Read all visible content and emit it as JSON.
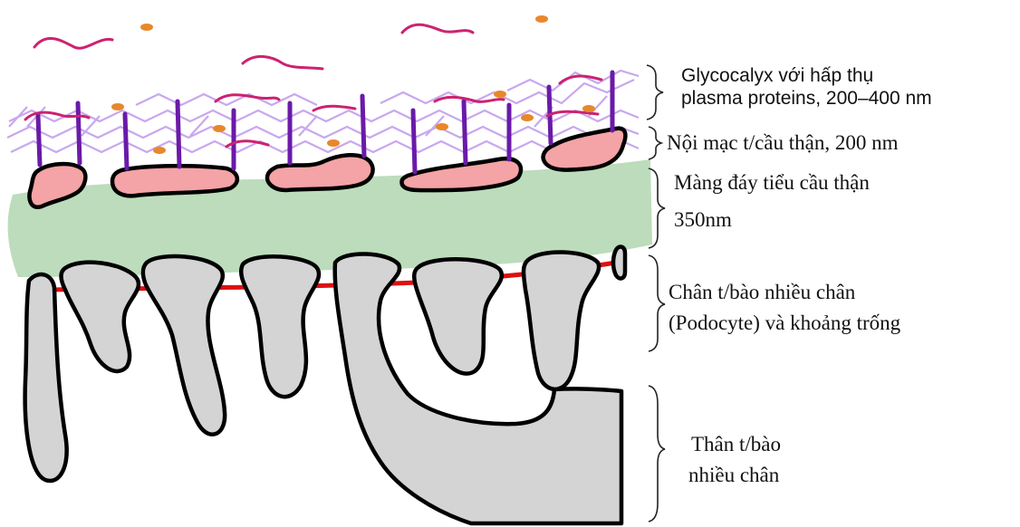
{
  "labels": {
    "glycocalyx_line1": "Glycocalyx  với hấp thụ",
    "glycocalyx_line2": "plasma proteins, 200–400 nm",
    "endothelium": "Nội mạc t/cầu thận, 200 nm",
    "basement_line1": "Màng đáy tiểu cầu thận",
    "basement_line2": "350nm",
    "podocyte_feet_line1": "Chân t/bào nhiều chân",
    "podocyte_feet_line2": "(Podocyte) và khoảng trống",
    "podocyte_body_line1": "Thân t/bào",
    "podocyte_body_line2": "nhiều chân"
  },
  "colors": {
    "glycocalyx_mesh": "#c8a8ef",
    "glycocalyx_stalk": "#6a1aa8",
    "plasma_protein_strand": "#cc2270",
    "plasma_protein_dot": "#e8882a",
    "endothelial_cell": "#f4a3a6",
    "basement_membrane": "#bcdcbc",
    "podocyte": "#d4d4d4",
    "slit_diaphragm": "#dd1111",
    "outline": "#000000"
  }
}
